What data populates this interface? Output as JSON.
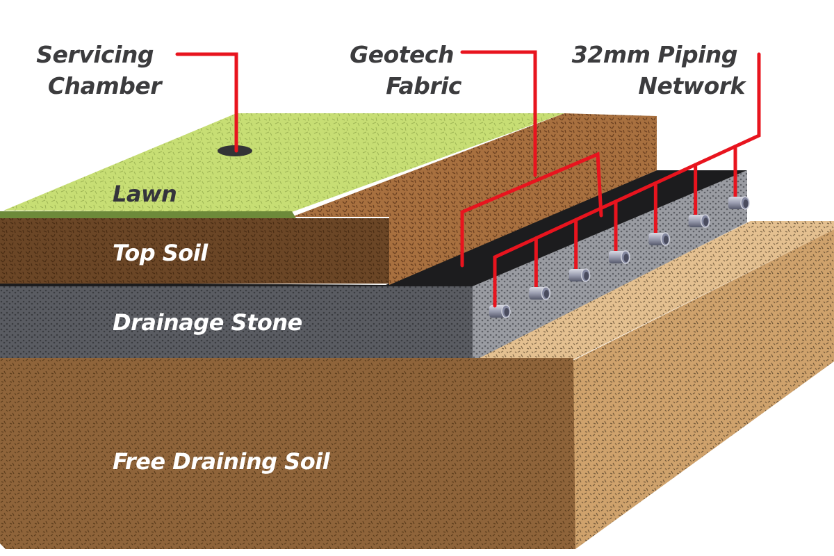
{
  "diagram": {
    "type": "soil-cross-section",
    "callouts": [
      {
        "id": "servicing-chamber",
        "lines": [
          "Servicing",
          "Chamber"
        ]
      },
      {
        "id": "geotech-fabric",
        "lines": [
          "Geotech",
          "Fabric"
        ]
      },
      {
        "id": "piping-network",
        "lines": [
          "32mm Piping",
          "Network"
        ]
      }
    ],
    "layers": [
      {
        "id": "lawn",
        "label": "Lawn"
      },
      {
        "id": "top-soil",
        "label": "Top Soil"
      },
      {
        "id": "drainage-stone",
        "label": "Drainage Stone"
      },
      {
        "id": "free-draining-soil",
        "label": "Free Draining Soil"
      }
    ],
    "pipe_count": 7,
    "colors": {
      "leader": "#e8141e",
      "callout_text": "#3c3c3e",
      "lawn": "#c5dc72",
      "lawn_edge": "#6d8a3a",
      "top_soil_front": "#6b4525",
      "top_soil_top": "#a86c3e",
      "fabric": "#1c1c1e",
      "stone_front": "#55575c",
      "stone_top": "#8d9096",
      "sand_top": "#e2bd8c",
      "sand_side": "#c89a66",
      "free_soil_front": "#8d6239"
    }
  }
}
